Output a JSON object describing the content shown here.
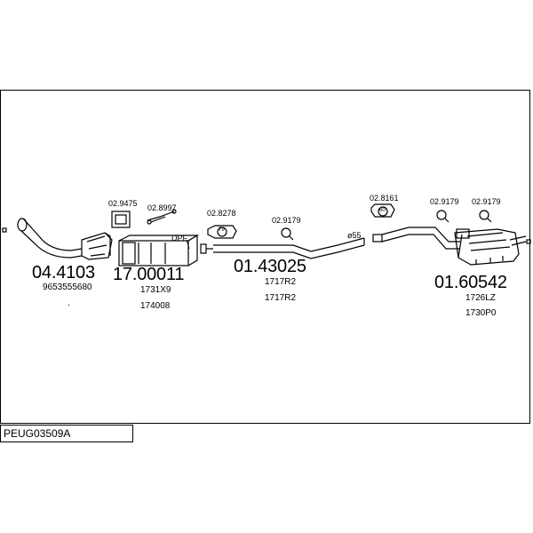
{
  "diagram": {
    "code": "PEUG03509A",
    "parts": [
      {
        "number": "04.4103",
        "refs": [
          "9653555680"
        ]
      },
      {
        "number": "17.00011",
        "refs": [
          "1731X9",
          "174008"
        ]
      },
      {
        "number": "01.43025",
        "refs": [
          "1717R2",
          "1717R2"
        ]
      },
      {
        "number": "01.60542",
        "refs": [
          "1726LZ",
          "1730P0"
        ]
      }
    ],
    "fittings": [
      "02.9475",
      "02.8997",
      "02.8278",
      "02.9179",
      "02.8161",
      "02.9179",
      "02.9179"
    ],
    "annotations": {
      "dpf": "DPF",
      "diameter": "ø55",
      "gasket_8278": "79",
      "gasket_8161": "60",
      "dot": "."
    }
  }
}
